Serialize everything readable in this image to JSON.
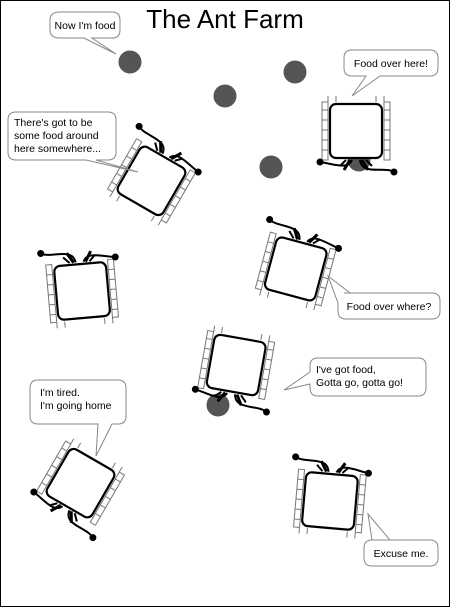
{
  "title": "The Ant Farm",
  "bubbles": [
    {
      "id": "now-im-food",
      "lines": [
        "Now I'm food"
      ]
    },
    {
      "id": "food-over-here",
      "lines": [
        "Food over here!"
      ]
    },
    {
      "id": "theres-got-to-be",
      "lines": [
        "There's got to be",
        "some food around",
        "here somewhere..."
      ]
    },
    {
      "id": "food-over-where",
      "lines": [
        "Food over where?"
      ]
    },
    {
      "id": "ive-got-food",
      "lines": [
        "I've got food,",
        "Gotta go, gotta go!"
      ]
    },
    {
      "id": "im-tired",
      "lines": [
        "I'm tired.",
        "I'm going home"
      ]
    },
    {
      "id": "excuse-me",
      "lines": [
        "Excuse me."
      ]
    }
  ],
  "colors": {
    "food": "#555555",
    "outline": "#000000",
    "legs": "#666666",
    "background": "#ffffff"
  }
}
